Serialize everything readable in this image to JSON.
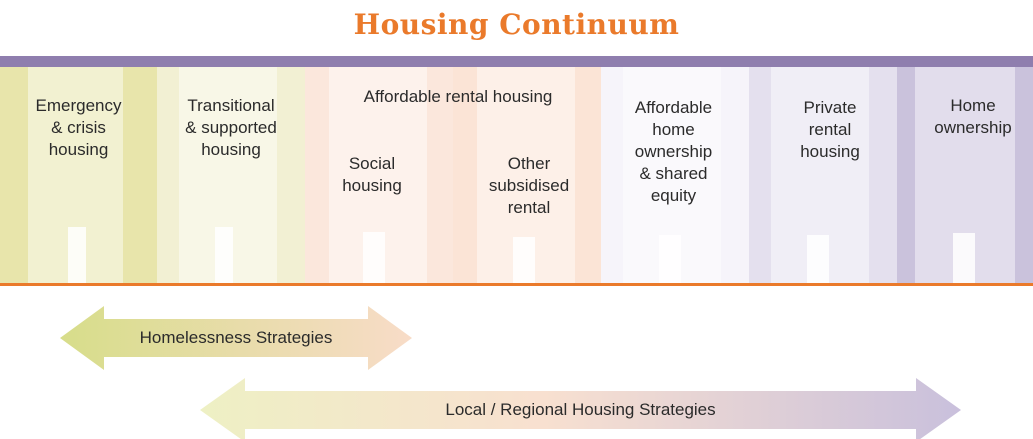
{
  "title": "Housing Continuum",
  "columns": [
    {
      "label": "Emergency\n& crisis\nhousing",
      "color": "#e8e5ab"
    },
    {
      "label": "Transitional\n& supported\nhousing",
      "color": "#f2f0d3"
    },
    {
      "label": "Social\nhousing",
      "color": "#fbe7dc"
    },
    {
      "label": "Other\nsubsidised\nrental",
      "color": "#fbe4d6"
    },
    {
      "label": "Affordable\nhome\nownership\n& shared\nequity",
      "color": "#f6f4fa"
    },
    {
      "label": "Private\nrental\nhousing",
      "color": "#e4e0ee"
    },
    {
      "label": "Home\nownership",
      "color": "#cac2dc"
    }
  ],
  "group_label": "Affordable rental housing",
  "strategies": [
    {
      "label": "Homelessness Strategies"
    },
    {
      "label": "Local / Regional Housing Strategies"
    }
  ],
  "colors": {
    "title": "#ea7a2b",
    "top_bar": "#8f7eae",
    "baseline": "#ea7a2b",
    "arrow_green": "#d7dd8a",
    "arrow_peach": "#f8dcc8",
    "arrow_purple": "#c9c0dc"
  }
}
